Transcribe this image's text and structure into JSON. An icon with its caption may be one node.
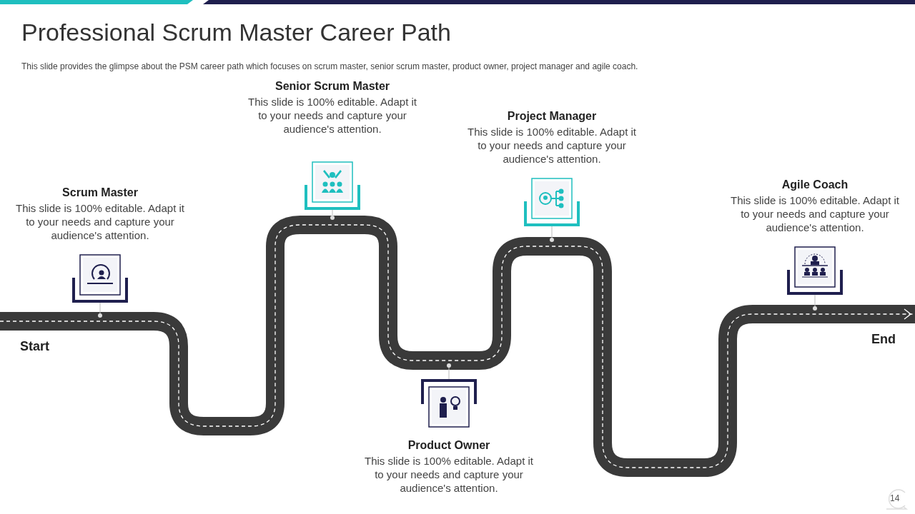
{
  "diagram": {
    "title": "Professional Scrum Master Career Path",
    "nodes": [
      {
        "text": [
          "Scrum Master",
          "This slide is 100% editable. Adapt it to your needs and capture your audience's attention."
        ]
      },
      {
        "text": [
          "Senior Scrum Master",
          "This slide is 100% editable. Adapt it to your needs and capture your audience's attention."
        ]
      },
      {
        "text": [
          "Product Owner",
          "This slide is 100% editable. Adapt it to your needs and capture your audience's attention."
        ]
      },
      {
        "text": [
          "Project Manager",
          "This slide is 100% editable. Adapt it to your needs and capture your audience's attention."
        ]
      },
      {
        "text": [
          "Agile Coach",
          "This slide is 100% editable. Adapt it to your needs and capture your audience's attention."
        ]
      }
    ],
    "labels": [
      "This slide provides  the glimpse about the PSM career path which focuses on scrum master, senior scrum master, product owner, project manager and agile coach.",
      "Start",
      "End",
      "14"
    ]
  }
}
